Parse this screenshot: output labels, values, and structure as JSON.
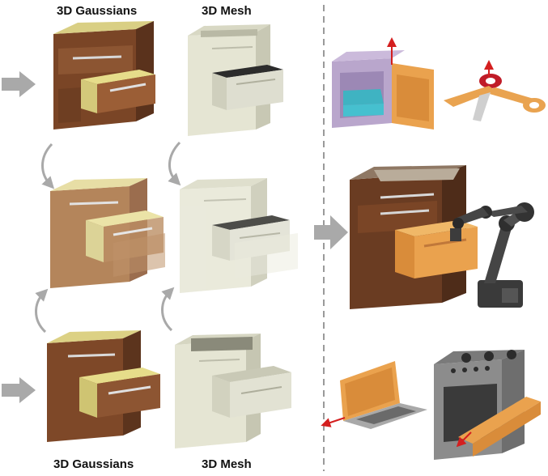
{
  "labels": {
    "gaussians_top": "3D Gaussians",
    "mesh_top": "3D Mesh",
    "gaussians_bottom": "3D Gaussians",
    "mesh_bottom": "3D Mesh"
  },
  "colors": {
    "wood_dark": "#6b3d22",
    "wood_mid": "#8a5430",
    "wood_light": "#a8703f",
    "interior_yellow": "#e6dd8a",
    "mesh_cream": "#e5e5d3",
    "mesh_shadow": "#c8c8b4",
    "arrow_gray": "#a9a9a9",
    "divider_gray": "#9a9a9a",
    "orange_part": "#eaa24e",
    "fridge_purple": "#b9a6cc",
    "fridge_teal": "#3fb3c2",
    "robot_dark": "#3a3a3a",
    "oven_gray": "#8c8c8c",
    "laptop_gray": "#a9a9a9",
    "red_arrow": "#d41f1f"
  }
}
